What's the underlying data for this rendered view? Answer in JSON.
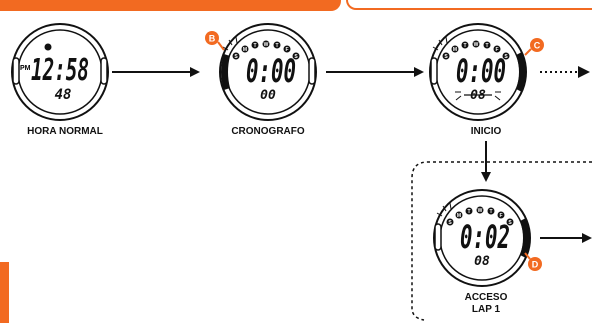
{
  "accent_color": "#f26a21",
  "watches": {
    "hora_normal": {
      "pm": "PM",
      "main": "12:58",
      "sub": "48",
      "label": "HORA NORMAL"
    },
    "cronografo": {
      "main": "0:00",
      "sub": "00",
      "label": "CRONOGRAFO",
      "badge": "B"
    },
    "inicio": {
      "main": "0:00",
      "sub": "08",
      "label": "INICIO",
      "badge": "C"
    },
    "acceso": {
      "main": "0:02",
      "sub": "08",
      "label_line1": "ACCESO",
      "label_line2": "LAP 1",
      "badge": "D"
    }
  },
  "ring_letters": [
    "S",
    "M",
    "T",
    "W",
    "T",
    "F",
    "S"
  ]
}
